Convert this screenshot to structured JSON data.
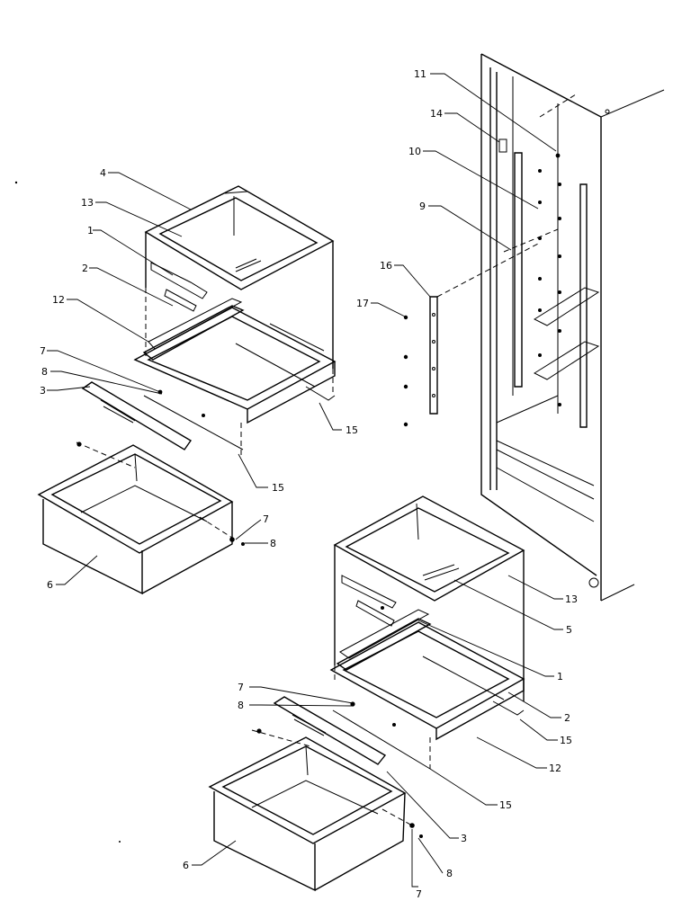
{
  "callouts": [
    {
      "id": "c11",
      "label": "11"
    },
    {
      "id": "c14",
      "label": "14"
    },
    {
      "id": "c10",
      "label": "10"
    },
    {
      "id": "c9",
      "label": "9"
    },
    {
      "id": "c16",
      "label": "16"
    },
    {
      "id": "c17",
      "label": "17"
    },
    {
      "id": "c4",
      "label": "4"
    },
    {
      "id": "c13a",
      "label": "13"
    },
    {
      "id": "c1a",
      "label": "1"
    },
    {
      "id": "c2a",
      "label": "2"
    },
    {
      "id": "c12a",
      "label": "12"
    },
    {
      "id": "c7a",
      "label": "7"
    },
    {
      "id": "c8a",
      "label": "8"
    },
    {
      "id": "c3a",
      "label": "3"
    },
    {
      "id": "c15a",
      "label": "15"
    },
    {
      "id": "c15b",
      "label": "15"
    },
    {
      "id": "c7b",
      "label": "7"
    },
    {
      "id": "c8b",
      "label": "8"
    },
    {
      "id": "c6a",
      "label": "6"
    },
    {
      "id": "c13b",
      "label": "13"
    },
    {
      "id": "c5",
      "label": "5"
    },
    {
      "id": "c1b",
      "label": "1"
    },
    {
      "id": "c2b",
      "label": "2"
    },
    {
      "id": "c7c",
      "label": "7"
    },
    {
      "id": "c8c",
      "label": "8"
    },
    {
      "id": "c15c",
      "label": "15"
    },
    {
      "id": "c12b",
      "label": "12"
    },
    {
      "id": "c15d",
      "label": "15"
    },
    {
      "id": "c3b",
      "label": "3"
    },
    {
      "id": "c6b",
      "label": "6"
    },
    {
      "id": "c8d",
      "label": "8"
    },
    {
      "id": "c7d",
      "label": "7"
    }
  ]
}
